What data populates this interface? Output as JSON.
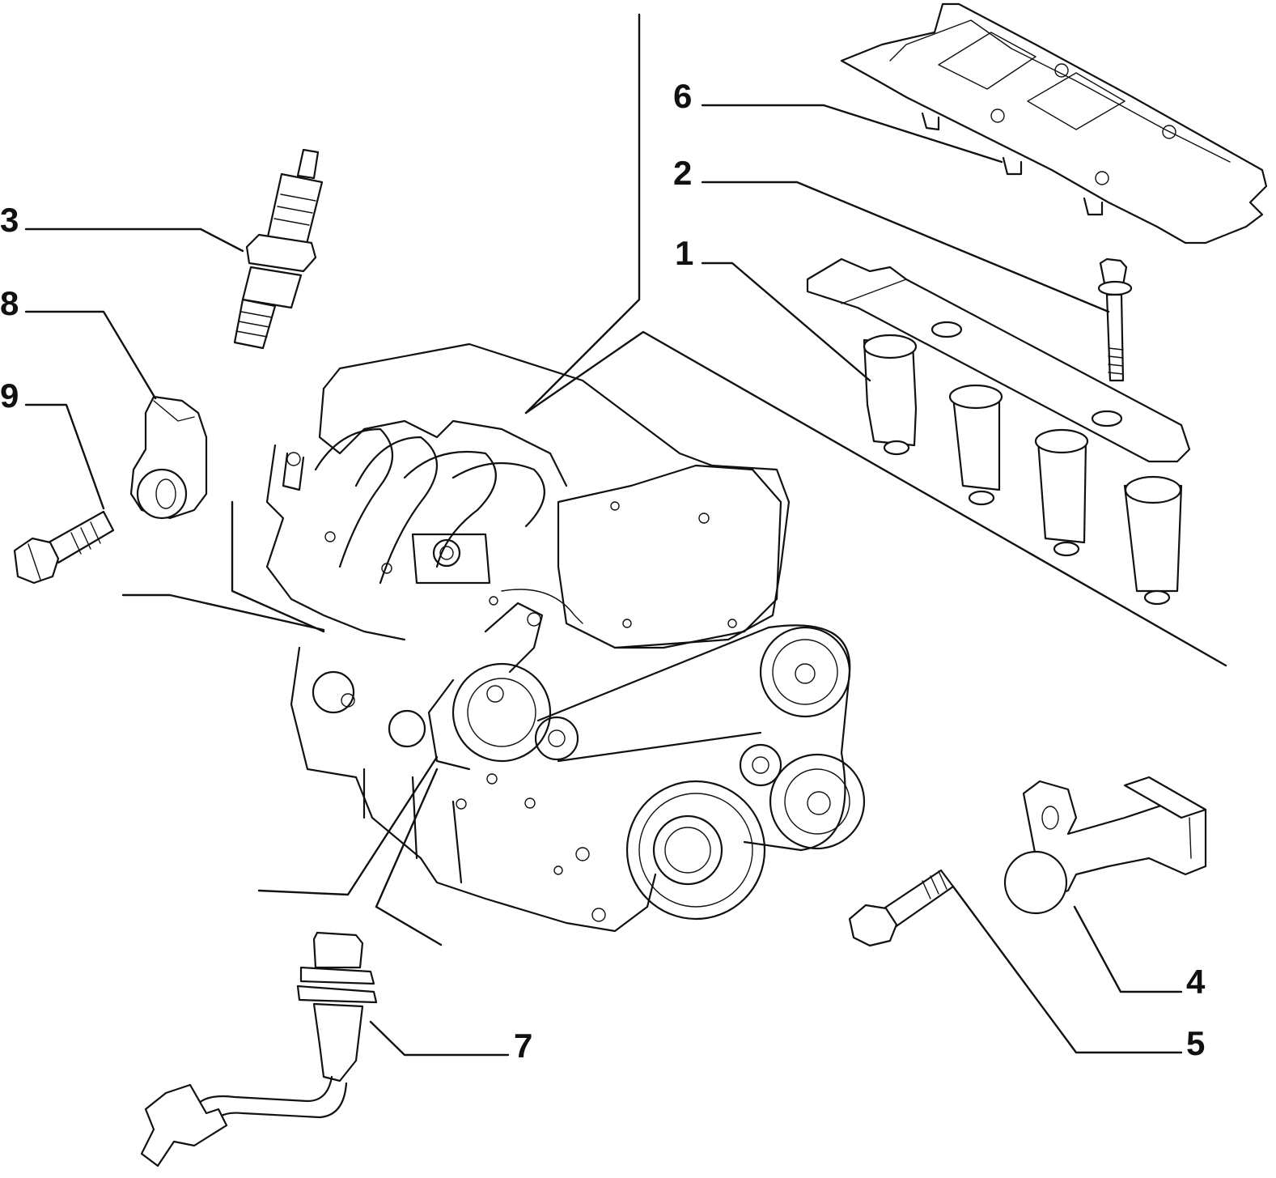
{
  "callouts": [
    {
      "id": "1",
      "label": "1"
    },
    {
      "id": "2",
      "label": "2"
    },
    {
      "id": "3",
      "label": "3"
    },
    {
      "id": "4",
      "label": "4"
    },
    {
      "id": "5",
      "label": "5"
    },
    {
      "id": "6",
      "label": "6"
    },
    {
      "id": "7",
      "label": "7"
    },
    {
      "id": "8",
      "label": "8"
    },
    {
      "id": "9",
      "label": "9"
    }
  ],
  "parts": [
    {
      "ref": "1",
      "icon": "ignition-coil-pack-icon"
    },
    {
      "ref": "2",
      "icon": "flange-bolt-icon"
    },
    {
      "ref": "3",
      "icon": "spark-plug-icon"
    },
    {
      "ref": "4",
      "icon": "camshaft-sensor-icon"
    },
    {
      "ref": "5",
      "icon": "hex-bolt-icon"
    },
    {
      "ref": "6",
      "icon": "coil-cover-icon"
    },
    {
      "ref": "7",
      "icon": "crankshaft-sensor-icon"
    },
    {
      "ref": "8",
      "icon": "knock-sensor-icon"
    },
    {
      "ref": "9",
      "icon": "hex-bolt-icon"
    }
  ],
  "colors": {
    "ink": "#111111",
    "paper": "#ffffff"
  }
}
